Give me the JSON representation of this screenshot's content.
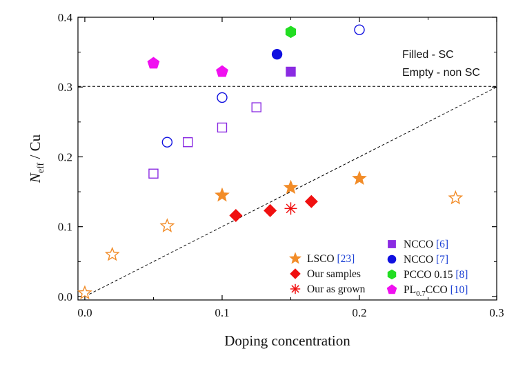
{
  "chart_data": {
    "type": "scatter",
    "xlabel": "Doping concentration",
    "ylabel": {
      "main": "N",
      "sub": "eff",
      "rest": " / Cu"
    },
    "xlim": [
      -0.005,
      0.3
    ],
    "ylim": [
      -0.005,
      0.4
    ],
    "xticks": [
      0.0,
      0.1,
      0.2,
      0.3
    ],
    "xtick_labels": [
      "0.0",
      "0.1",
      "0.2",
      "0.3"
    ],
    "yticks": [
      0.0,
      0.1,
      0.2,
      0.3,
      0.4
    ],
    "ytick_labels": [
      "0.0",
      "0.1",
      "0.2",
      "0.3",
      "0.4"
    ],
    "grid": false,
    "annotations": [
      "Filled - SC",
      "Empty - non SC"
    ],
    "reference_lines": [
      {
        "style": "dashed",
        "points": [
          [
            -0.005,
            0.301
          ],
          [
            0.3,
            0.301
          ]
        ]
      },
      {
        "style": "dashed",
        "points": [
          [
            0.0,
            0.0
          ],
          [
            0.3,
            0.3
          ]
        ]
      }
    ],
    "series": [
      {
        "name": "LSCO",
        "ref": "[23]",
        "marker": "star",
        "color": "#f28c28",
        "filled": true,
        "points": [
          [
            0.1,
            0.145
          ],
          [
            0.15,
            0.156
          ],
          [
            0.2,
            0.169
          ]
        ]
      },
      {
        "name": "LSCO",
        "marker": "star",
        "color": "#f28c28",
        "filled": false,
        "points": [
          [
            0.0,
            0.005
          ],
          [
            0.02,
            0.06
          ],
          [
            0.06,
            0.101
          ],
          [
            0.27,
            0.141
          ]
        ]
      },
      {
        "name": "Our samples",
        "marker": "diamond",
        "color": "#f01010",
        "filled": true,
        "points": [
          [
            0.11,
            0.116
          ],
          [
            0.135,
            0.123
          ],
          [
            0.165,
            0.136
          ]
        ]
      },
      {
        "name": "Our as grown",
        "marker": "asterisk",
        "color": "#f01010",
        "filled": false,
        "points": [
          [
            0.15,
            0.126
          ]
        ]
      },
      {
        "name": "NCCO",
        "ref": "[6]",
        "marker": "square",
        "color": "#8a2be2",
        "filled": true,
        "points": [
          [
            0.15,
            0.322
          ]
        ]
      },
      {
        "name": "NCCO",
        "marker": "square",
        "color": "#8a2be2",
        "filled": false,
        "points": [
          [
            0.05,
            0.176
          ],
          [
            0.075,
            0.221
          ],
          [
            0.1,
            0.242
          ],
          [
            0.125,
            0.271
          ]
        ]
      },
      {
        "name": "NCCO",
        "ref": "[7]",
        "marker": "circle",
        "color": "#1010e0",
        "filled": true,
        "points": [
          [
            0.14,
            0.347
          ]
        ]
      },
      {
        "name": "NCCO",
        "marker": "circle",
        "color": "#1010e0",
        "filled": false,
        "points": [
          [
            0.06,
            0.221
          ],
          [
            0.1,
            0.285
          ],
          [
            0.2,
            0.382
          ]
        ]
      },
      {
        "name": "PCCO 0.15",
        "ref": "[8]",
        "marker": "hexagon",
        "color": "#22dd22",
        "filled": true,
        "points": [
          [
            0.15,
            0.379
          ]
        ]
      },
      {
        "name": "PL0.7CCO",
        "ref": "[10]",
        "marker": "pentagon",
        "color": "#f010f0",
        "filled": true,
        "points": [
          [
            0.05,
            0.334
          ],
          [
            0.1,
            0.322
          ]
        ]
      }
    ],
    "legend": {
      "placement": "bottom-right",
      "left_column": [
        {
          "marker": "star",
          "color": "#f28c28",
          "label": "LSCO",
          "ref": "[23]"
        },
        {
          "marker": "diamond",
          "color": "#f01010",
          "label": "Our samples",
          "ref": ""
        },
        {
          "marker": "asterisk",
          "color": "#f01010",
          "label": "Our as grown",
          "ref": ""
        }
      ],
      "right_column": [
        {
          "marker": "square",
          "color": "#8a2be2",
          "label": "NCCO",
          "ref": "[6]"
        },
        {
          "marker": "circle",
          "color": "#1010e0",
          "label": "NCCO",
          "ref": "[7]"
        },
        {
          "marker": "hexagon",
          "color": "#22dd22",
          "label": "PCCO 0.15",
          "ref": "[8]"
        },
        {
          "marker": "pentagon",
          "color": "#f010f0",
          "label": {
            "main": "PL",
            "sub": "0.7",
            "rest": "CCO"
          },
          "ref": "[10]"
        }
      ]
    }
  }
}
